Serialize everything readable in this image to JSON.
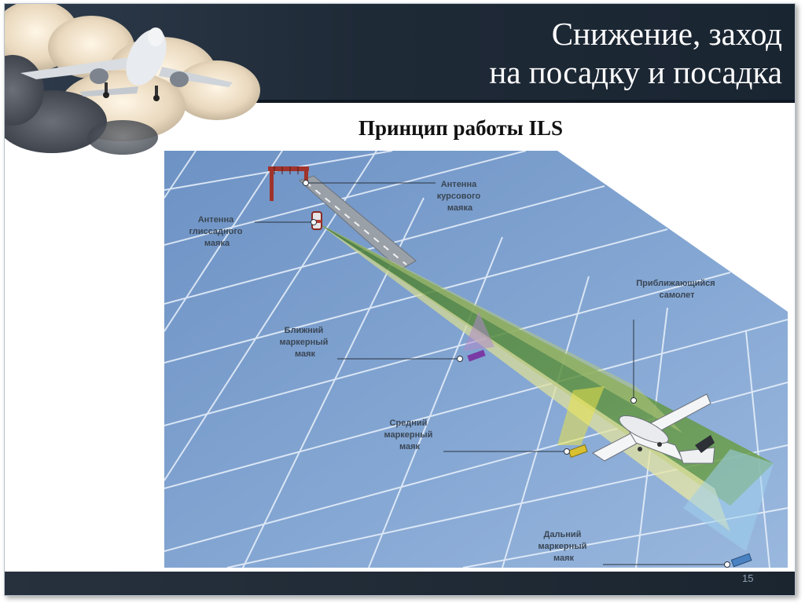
{
  "slide": {
    "title_line1": "Снижение, заход",
    "title_line2": "на посадку и посадка",
    "subtitle": "Принцип работы ILS",
    "page_number": "15"
  },
  "diagram": {
    "labels": {
      "localizer": [
        "Антенна",
        "курсового",
        "маяка"
      ],
      "glideslope": [
        "Антенна",
        "глиссадного",
        "маяка"
      ],
      "aircraft": [
        "Приближающийся",
        "самолет"
      ],
      "inner_marker": [
        "Ближний",
        "маркерный",
        "маяк"
      ],
      "middle_marker": [
        "Средний",
        "маркерный",
        "маяк"
      ],
      "outer_marker": [
        "Дальний",
        "маркерный",
        "маяк"
      ]
    }
  },
  "colors": {
    "header": "#1f2a37",
    "ground": "#7b9fcf",
    "grid": "#e8f0fb",
    "beam_green": "#6b9b4a",
    "beam_yellow": "#e6e39a",
    "label_text": "#3a4654"
  },
  "icons": [
    "airplane-photo",
    "clouds",
    "localizer-antenna",
    "glideslope-antenna",
    "marker-beacon",
    "small-aircraft"
  ]
}
